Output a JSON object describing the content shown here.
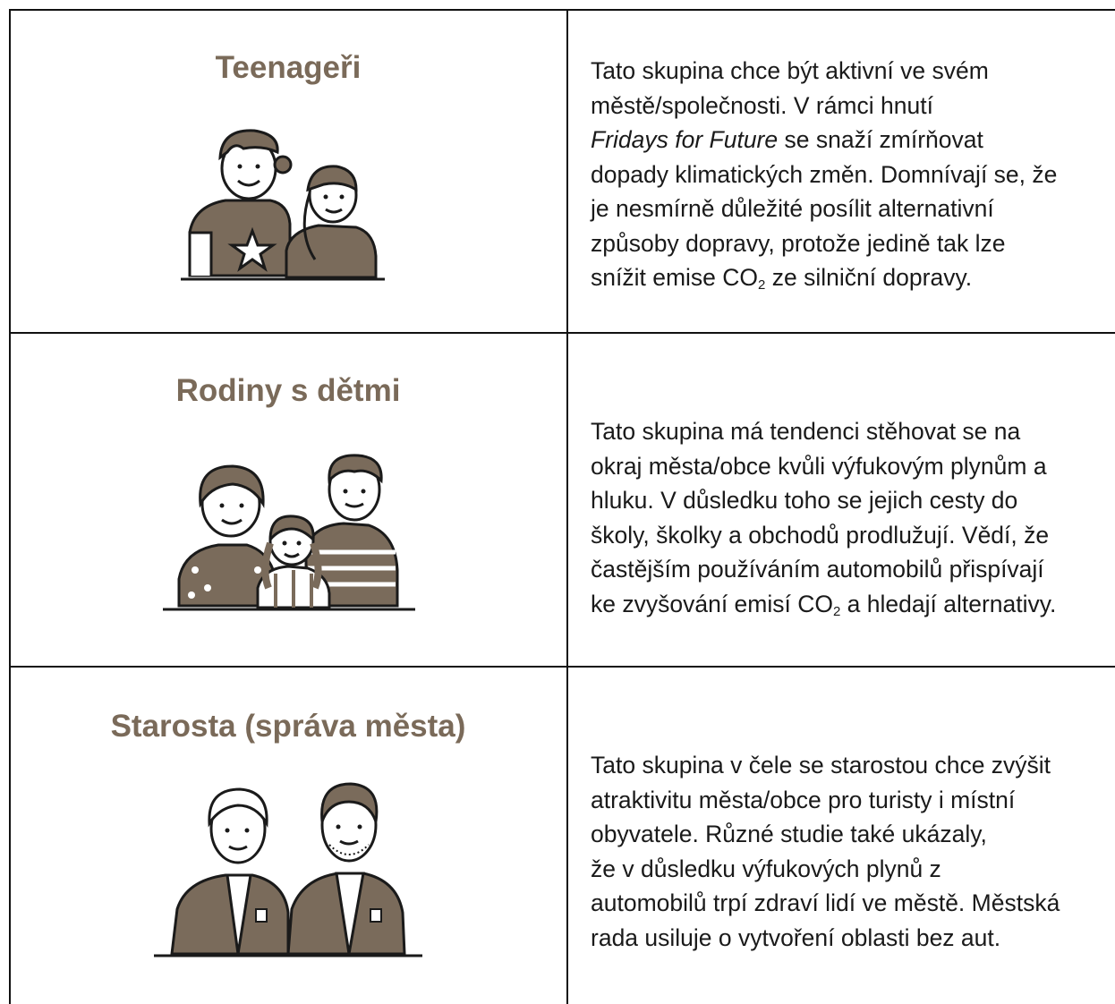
{
  "rows": [
    {
      "title": "Teenageři",
      "illustration_icon": "teenagers-illustration",
      "desc": {
        "l1": "Tato skupina chce být aktivní ve svém",
        "l2": "městě/společnosti. V rámci hnutí",
        "l3_italic": "Fridays for Future",
        "l3_rest": " se snaží zmírňovat",
        "l4": "dopady klimatických změn. Domnívají se, že",
        "l5": "je nesmírně důležité posílit alternativní",
        "l6": "způsoby dopravy, protože jedině tak lze",
        "l7_pre": "snížit emise CO",
        "l7_sub": "2",
        "l7_post": " ze silniční dopravy."
      }
    },
    {
      "title": "Rodiny s dětmi",
      "illustration_icon": "family-illustration",
      "desc": {
        "l1": "Tato skupina má tendenci stěhovat se na",
        "l2": "okraj města/obce kvůli výfukovým plynům a",
        "l3": "hluku. V důsledku toho se jejich cesty do",
        "l4": "školy, školky a obchodů prodlužují. Vědí, že",
        "l5": "častějším používáním automobilů přispívají",
        "l6_pre": "ke zvyšování emisí CO",
        "l6_sub": "2",
        "l6_post": " a hledají alternativy."
      }
    },
    {
      "title": "Starosta (správa města)",
      "illustration_icon": "mayors-illustration",
      "desc": {
        "l1": "Tato skupina v čele se starostou chce zvýšit",
        "l2": "atraktivitu města/obce pro turisty i místní",
        "l3": "obyvatele. Různé studie také ukázaly,",
        "l4": "že v důsledku výfukových plynů z",
        "l5": "automobilů trpí zdraví lidí ve městě. Městská",
        "l6": "rada usiluje o vytvoření oblasti bez aut."
      }
    }
  ],
  "colors": {
    "title": "#7a6a59",
    "figure": "#7a6b5b",
    "line": "#111111"
  }
}
